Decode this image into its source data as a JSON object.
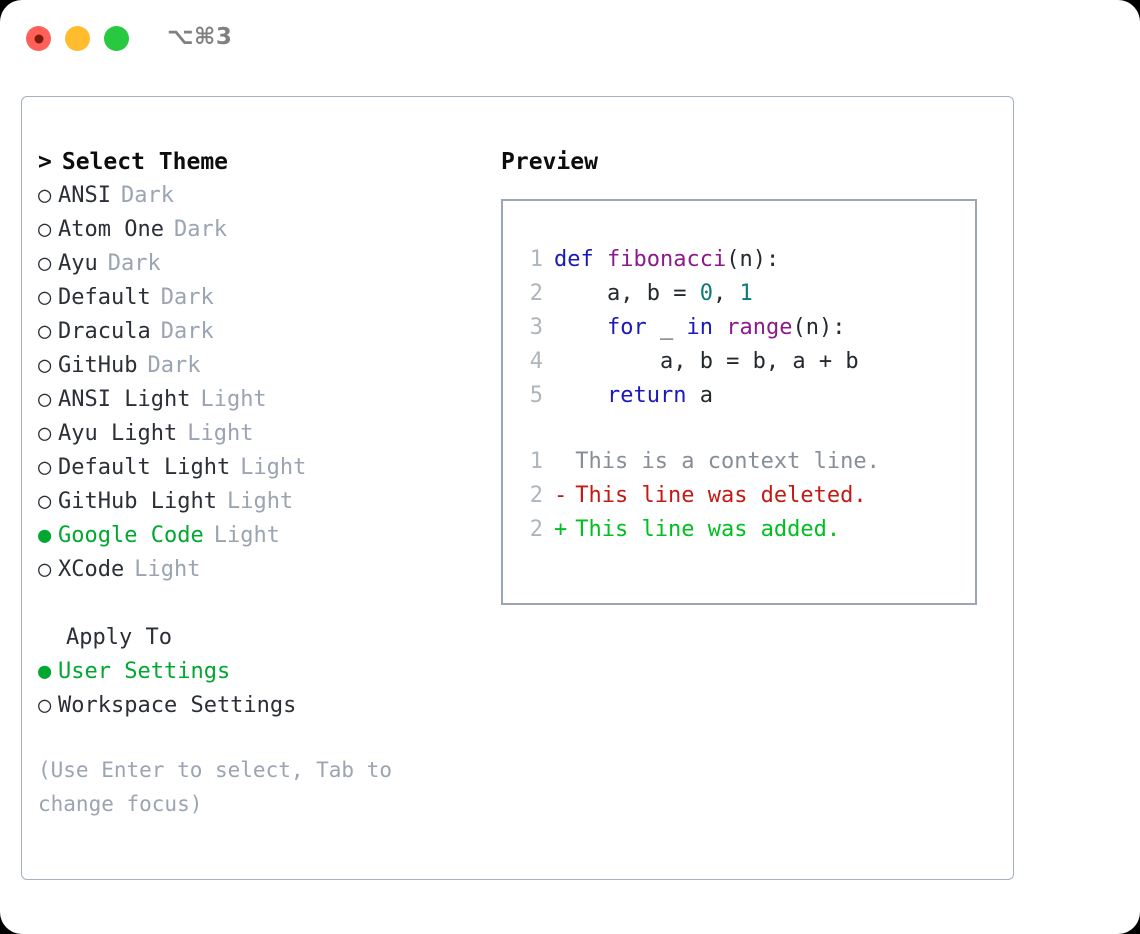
{
  "titlebar": {
    "shortcut": "⌥⌘3",
    "buttons": [
      {
        "name": "close",
        "color": "#ff6058"
      },
      {
        "name": "minimize",
        "color": "#ffbd2e"
      },
      {
        "name": "zoom",
        "color": "#28c840"
      }
    ]
  },
  "colors": {
    "accent_green": "#00a832",
    "muted": "#9aa4b2",
    "text": "#2b2f36",
    "border": "#a6b0bf",
    "preview_border": "#9aa5b5",
    "keyword": "#1a1ab8",
    "function": "#8b1a8b",
    "number": "#0d7a7a",
    "linenumber": "#adb5bd",
    "diff_context": "#868e96",
    "diff_delete": "#c41a16",
    "diff_add": "#00c020"
  },
  "theme_list": {
    "header": "Select Theme",
    "caret": ">",
    "marker_off": "○",
    "marker_on": "●",
    "items": [
      {
        "name": "ANSI",
        "kind": "Dark",
        "selected": false
      },
      {
        "name": "Atom One",
        "kind": "Dark",
        "selected": false
      },
      {
        "name": "Ayu",
        "kind": "Dark",
        "selected": false
      },
      {
        "name": "Default",
        "kind": "Dark",
        "selected": false
      },
      {
        "name": "Dracula",
        "kind": "Dark",
        "selected": false
      },
      {
        "name": "GitHub",
        "kind": "Dark",
        "selected": false
      },
      {
        "name": "ANSI Light",
        "kind": "Light",
        "selected": false
      },
      {
        "name": "Ayu Light",
        "kind": "Light",
        "selected": false
      },
      {
        "name": "Default Light",
        "kind": "Light",
        "selected": false
      },
      {
        "name": "GitHub Light",
        "kind": "Light",
        "selected": false
      },
      {
        "name": "Google Code",
        "kind": "Light",
        "selected": true
      },
      {
        "name": "XCode",
        "kind": "Light",
        "selected": false
      }
    ]
  },
  "apply_to": {
    "label": "Apply To",
    "options": [
      {
        "name": "User Settings",
        "selected": true
      },
      {
        "name": "Workspace Settings",
        "selected": false
      }
    ]
  },
  "hint": "(Use Enter to select, Tab to change focus)",
  "preview": {
    "title": "Preview",
    "code": [
      {
        "lineno": "1",
        "tokens": [
          {
            "t": "def ",
            "c": "kw"
          },
          {
            "t": "fibonacci",
            "c": "fn"
          },
          {
            "t": "(n):",
            "c": "plain"
          }
        ]
      },
      {
        "lineno": "2",
        "tokens": [
          {
            "t": "    a, b = ",
            "c": "plain"
          },
          {
            "t": "0",
            "c": "num"
          },
          {
            "t": ", ",
            "c": "plain"
          },
          {
            "t": "1",
            "c": "num"
          }
        ]
      },
      {
        "lineno": "3",
        "tokens": [
          {
            "t": "    for",
            "c": "kw"
          },
          {
            "t": " _ ",
            "c": "plain"
          },
          {
            "t": "in",
            "c": "kw"
          },
          {
            "t": " ",
            "c": "plain"
          },
          {
            "t": "range",
            "c": "fn"
          },
          {
            "t": "(n):",
            "c": "plain"
          }
        ]
      },
      {
        "lineno": "4",
        "tokens": [
          {
            "t": "        a, b = b, a + b",
            "c": "plain"
          }
        ]
      },
      {
        "lineno": "5",
        "tokens": [
          {
            "t": "    return",
            "c": "kw"
          },
          {
            "t": " a",
            "c": "plain"
          }
        ]
      }
    ],
    "diff": [
      {
        "lineno": "1",
        "sign": " ",
        "text": "This is a context line.",
        "kind": "ctx"
      },
      {
        "lineno": "2",
        "sign": "-",
        "text": "This line was deleted.",
        "kind": "del"
      },
      {
        "lineno": "2",
        "sign": "+",
        "text": "This line was added.",
        "kind": "add"
      }
    ]
  }
}
